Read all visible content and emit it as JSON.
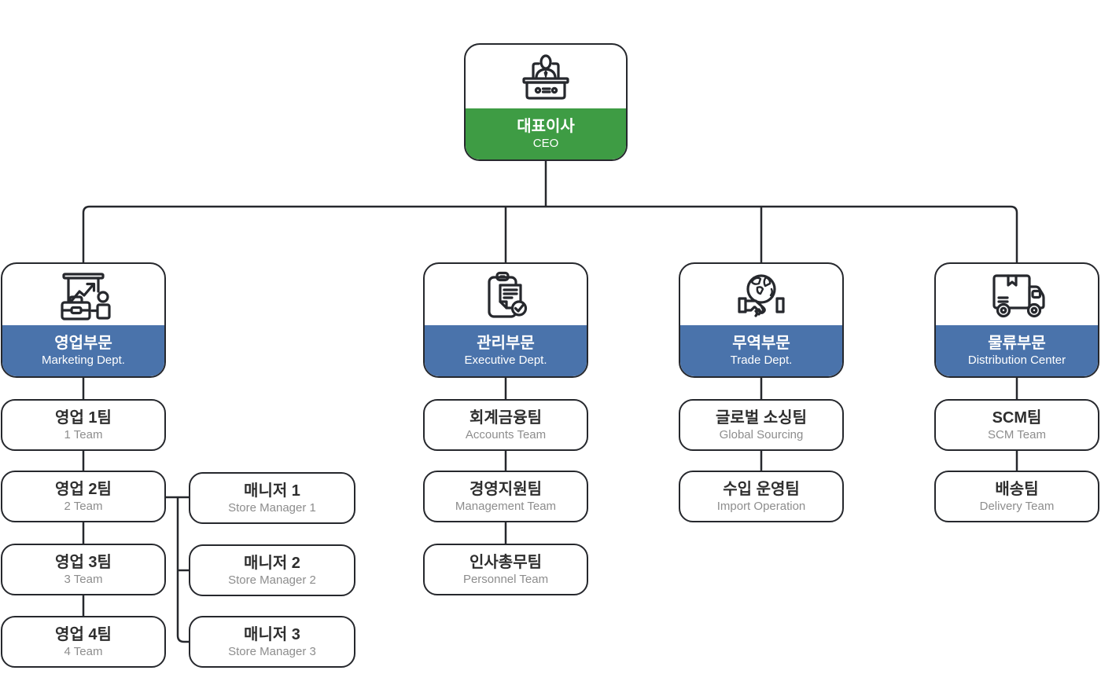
{
  "meta": {
    "type": "organization-chart"
  },
  "colors": {
    "background": "#ffffff",
    "ceo_band": "#3e9c44",
    "dept_band": "#4a73ab",
    "node_border": "#26282d",
    "connector_line": "#26282d",
    "team_title_text": "#2e2e2e",
    "team_subtitle_text": "#8d8d8d",
    "band_text": "#ffffff"
  },
  "root": {
    "title_ko": "대표이사",
    "title_en": "CEO",
    "icon": "ceo-desk-icon"
  },
  "departments": [
    {
      "title_ko": "영업부문",
      "title_en": "Marketing Dept.",
      "icon": "presentation-chart-icon",
      "teams": [
        {
          "ko": "영업 1팀",
          "en": "1 Team"
        },
        {
          "ko": "영업 2팀",
          "en": "2 Team"
        },
        {
          "ko": "영업 3팀",
          "en": "3 Team"
        },
        {
          "ko": "영업 4팀",
          "en": "4 Team"
        }
      ]
    },
    {
      "title_ko": "관리부문",
      "title_en": "Executive Dept.",
      "icon": "clipboard-check-icon",
      "teams": [
        {
          "ko": "회계금융팀",
          "en": "Accounts Team"
        },
        {
          "ko": "경영지원팀",
          "en": "Management Team"
        },
        {
          "ko": "인사총무팀",
          "en": "Personnel Team"
        }
      ]
    },
    {
      "title_ko": "무역부문",
      "title_en": "Trade Dept.",
      "icon": "globe-handshake-icon",
      "teams": [
        {
          "ko": "글로벌 소싱팀",
          "en": "Global Sourcing"
        },
        {
          "ko": "수입 운영팀",
          "en": "Import Operation"
        }
      ]
    },
    {
      "title_ko": "물류부문",
      "title_en": "Distribution Center",
      "icon": "delivery-truck-icon",
      "teams": [
        {
          "ko": "SCM팀",
          "en": "SCM Team"
        },
        {
          "ko": "배송팀",
          "en": "Delivery Team"
        }
      ]
    }
  ],
  "managers": {
    "parent_team": "영업 2팀",
    "items": [
      {
        "ko": "매니저 1",
        "en": "Store Manager 1"
      },
      {
        "ko": "매니저 2",
        "en": "Store Manager 2"
      },
      {
        "ko": "매니저 3",
        "en": "Store Manager 3"
      }
    ]
  }
}
